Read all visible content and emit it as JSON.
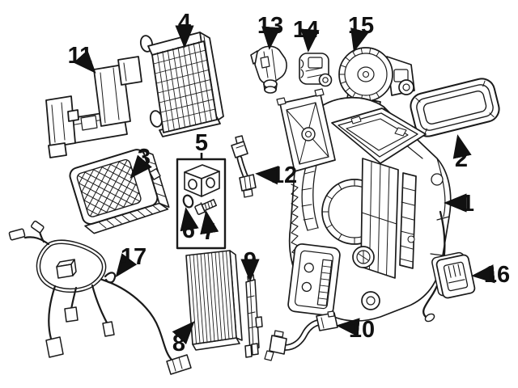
{
  "figure": {
    "background": "#ffffff",
    "line_color": "#1a1a1a",
    "description_icons": {
      "diagram": "exploded-parts-diagram"
    }
  },
  "callouts": {
    "c1": "1",
    "c2": "2",
    "c3": "3",
    "c4": "4",
    "c5": "5",
    "c6": "6",
    "c7": "7",
    "c8": "8",
    "c9": "9",
    "c10": "10",
    "c11": "11",
    "c12": "12",
    "c13": "13",
    "c14": "14",
    "c15": "15",
    "c16": "16",
    "c17": "17"
  }
}
